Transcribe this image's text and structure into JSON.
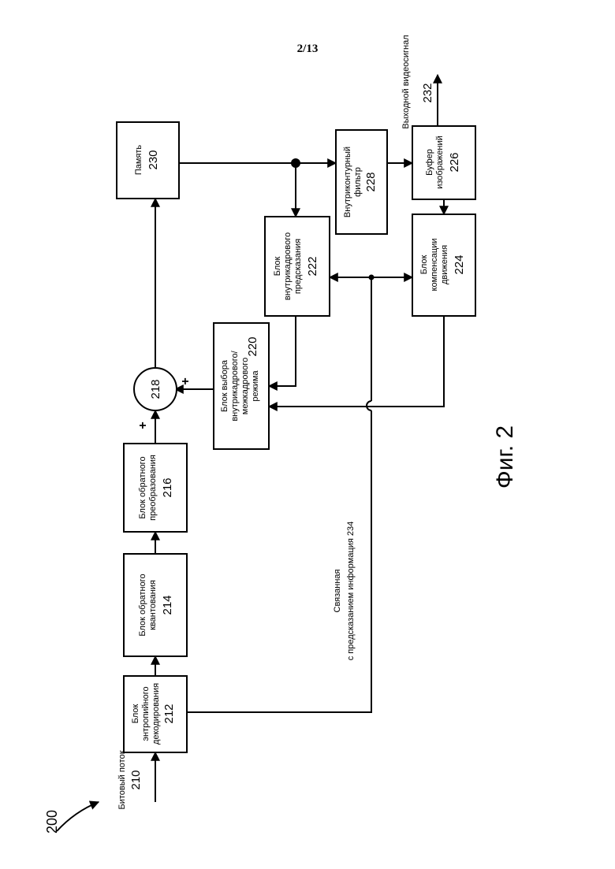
{
  "page_number": "2/13",
  "diagram_ref": "200",
  "figure_caption": "Фиг. 2",
  "inputs": {
    "bitstream_label": "Битовый поток",
    "bitstream_num": "210",
    "output_label": "Выходной видеосигнал",
    "output_num": "232",
    "pred_info_label_1": "Связанная",
    "pred_info_label_2": "с предсказанием информация 234"
  },
  "blocks": {
    "entropy": {
      "l1": "Блок",
      "l2": "энтропийного",
      "l3": "декодирования",
      "num": "212"
    },
    "inv_quant": {
      "l1": "Блок обратного",
      "l2": "квантования",
      "num": "214"
    },
    "inv_transform": {
      "l1": "Блок обратного",
      "l2": "преобразования",
      "num": "216"
    },
    "summer": {
      "num": "218",
      "plus_left": "+",
      "plus_bottom": "+"
    },
    "mode_select": {
      "l1": "Блок выбора",
      "l2": "внутрикадрового/",
      "l3": "межкадрового",
      "l4": "режима",
      "num": "220"
    },
    "intra_pred": {
      "l1": "Блок",
      "l2": "внутрикадрового",
      "l3": "предсказания",
      "num": "222"
    },
    "motion_comp": {
      "l1": "Блок",
      "l2": "компенсации",
      "l3": "движения",
      "num": "224"
    },
    "pic_buffer": {
      "l1": "Буфер",
      "l2": "изображений",
      "num": "226"
    },
    "loop_filter": {
      "l1": "Внутриконтурный",
      "l2": "фильтр",
      "num": "228"
    },
    "memory": {
      "l1": "Память",
      "num": "230"
    }
  }
}
